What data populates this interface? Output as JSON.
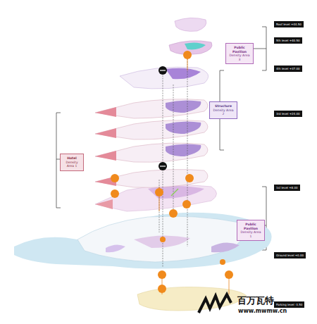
{
  "diagram": {
    "nodes": [
      {
        "text": [
          "Roof level +44.50"
        ]
      },
      {
        "text": [
          "5th level +40.50"
        ]
      },
      {
        "text": [
          "4th level +37.00"
        ]
      },
      {
        "text": [
          "3rd level +24.00"
        ]
      },
      {
        "text": [
          "1st level +8.00"
        ]
      },
      {
        "text": [
          "Ground level +0.00"
        ]
      },
      {
        "text": [
          "Parking level -3.50"
        ]
      },
      {
        "text": [
          "Public Pavilion",
          "Density Area 3"
        ]
      },
      {
        "text": [
          "Structure",
          "Density Area 2"
        ]
      },
      {
        "text": [
          "Hotel",
          "Density Area 1"
        ]
      },
      {
        "text": [
          "Public Pavilion",
          "Density Area 1"
        ]
      }
    ],
    "labels": [
      "百万瓦特",
      "www.mwmw.cn"
    ]
  }
}
